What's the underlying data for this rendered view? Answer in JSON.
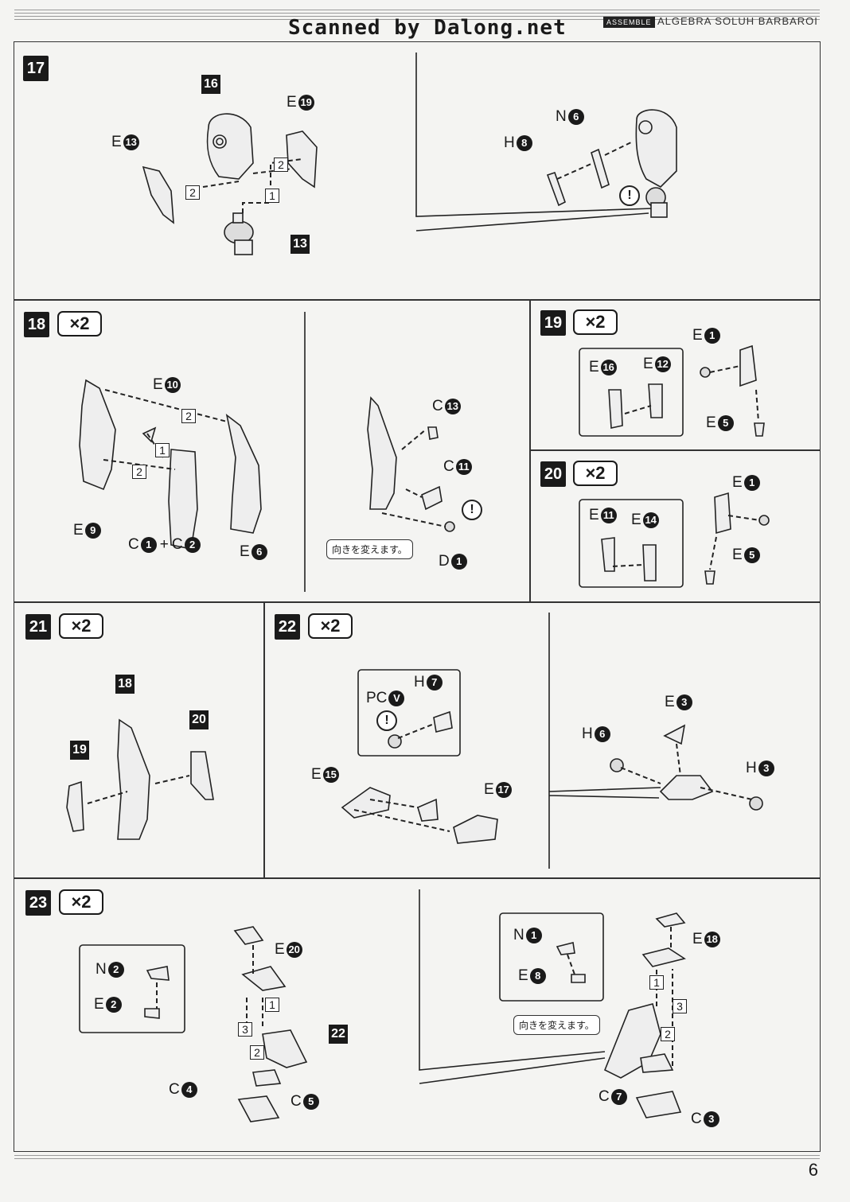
{
  "header": {
    "scan_credit": "Scanned by Dalong.net",
    "section_tag": "ASSEMBLE",
    "title": "ALGEBRA SOLUH BARBAROI"
  },
  "page_number": "6",
  "steps": {
    "s17": {
      "number": "17",
      "refs": [
        "16",
        "13"
      ],
      "labels": [
        {
          "letter": "E",
          "num": "19"
        },
        {
          "letter": "E",
          "num": "13"
        },
        {
          "letter": "N",
          "num": "6"
        },
        {
          "letter": "H",
          "num": "8"
        }
      ]
    },
    "s18": {
      "number": "18",
      "times": "×2",
      "labels": [
        {
          "letter": "E",
          "num": "10"
        },
        {
          "letter": "E",
          "num": "9"
        },
        {
          "letter": "C",
          "num": "1"
        },
        {
          "letter": "C",
          "num": "2"
        },
        {
          "letter": "E",
          "num": "6"
        },
        {
          "letter": "C",
          "num": "13"
        },
        {
          "letter": "C",
          "num": "11"
        },
        {
          "letter": "D",
          "num": "1"
        }
      ],
      "plus": "+",
      "note": "向きを変えます。"
    },
    "s19": {
      "number": "19",
      "times": "×2",
      "labels": [
        {
          "letter": "E",
          "num": "1"
        },
        {
          "letter": "E",
          "num": "16"
        },
        {
          "letter": "E",
          "num": "12"
        },
        {
          "letter": "E",
          "num": "5"
        }
      ]
    },
    "s20": {
      "number": "20",
      "times": "×2",
      "labels": [
        {
          "letter": "E",
          "num": "1"
        },
        {
          "letter": "E",
          "num": "11"
        },
        {
          "letter": "E",
          "num": "14"
        },
        {
          "letter": "E",
          "num": "5"
        }
      ]
    },
    "s21": {
      "number": "21",
      "times": "×2",
      "refs": [
        "18",
        "20",
        "19"
      ]
    },
    "s22": {
      "number": "22",
      "times": "×2",
      "labels": [
        {
          "letter": "PC",
          "num": "V"
        },
        {
          "letter": "H",
          "num": "7"
        },
        {
          "letter": "E",
          "num": "15"
        },
        {
          "letter": "E",
          "num": "17"
        },
        {
          "letter": "E",
          "num": "3"
        },
        {
          "letter": "H",
          "num": "6"
        },
        {
          "letter": "H",
          "num": "3"
        }
      ]
    },
    "s23": {
      "number": "23",
      "times": "×2",
      "refs": [
        "22"
      ],
      "labels": [
        {
          "letter": "N",
          "num": "2"
        },
        {
          "letter": "E",
          "num": "2"
        },
        {
          "letter": "E",
          "num": "20"
        },
        {
          "letter": "C",
          "num": "4"
        },
        {
          "letter": "C",
          "num": "5"
        },
        {
          "letter": "N",
          "num": "1"
        },
        {
          "letter": "E",
          "num": "8"
        },
        {
          "letter": "E",
          "num": "18"
        },
        {
          "letter": "C",
          "num": "7"
        },
        {
          "letter": "C",
          "num": "3"
        }
      ],
      "note": "向きを変えます。"
    }
  },
  "order_marks": [
    "1",
    "2",
    "3"
  ],
  "caution_mark": "!"
}
